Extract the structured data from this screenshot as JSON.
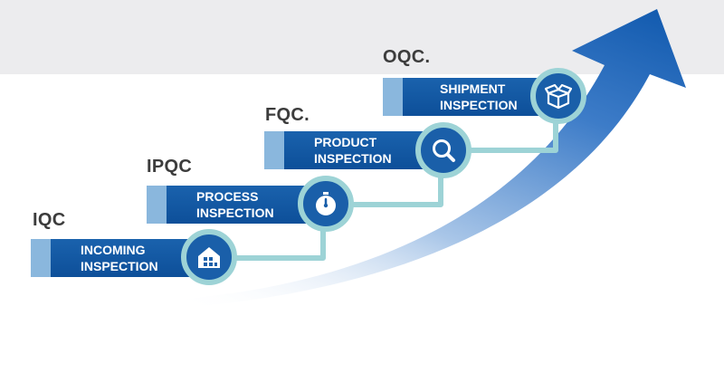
{
  "steps": [
    {
      "code": "IQC",
      "line1": "INCOMING",
      "line2": "INSPECTION",
      "icon": "warehouse-icon"
    },
    {
      "code": "IPQC",
      "line1": "PROCESS",
      "line2": "INSPECTION",
      "icon": "stopwatch-icon"
    },
    {
      "code": "FQC.",
      "line1": "PRODUCT",
      "line2": "INSPECTION",
      "icon": "magnifier-icon"
    },
    {
      "code": "OQC.",
      "line1": "SHIPMENT",
      "line2": "INSPECTION",
      "icon": "open-box-icon"
    }
  ],
  "colors": {
    "bar": "#0d4f99",
    "bar_tab": "#8ab7dd",
    "connector": "#9dd3d6",
    "badge": "#1a5fa9",
    "arrow": "#1560b5",
    "background_band": "#ececee"
  }
}
